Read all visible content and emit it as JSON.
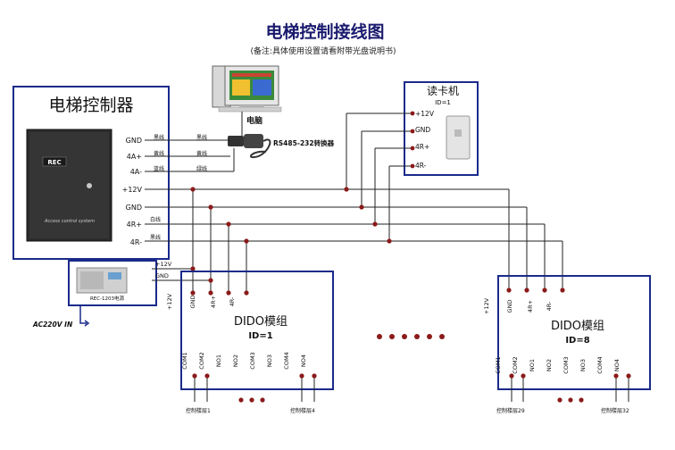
{
  "title": "电梯控制接线图",
  "subtitle": "(备注:具体使用设置请看附带光盘说明书)",
  "controller": {
    "title": "电梯控制器",
    "brand": "REC",
    "caption": "Access control system",
    "pins": [
      "GND",
      "4A+",
      "4A-",
      "+12V",
      "GND",
      "4R+",
      "4R-"
    ],
    "wire_colors": [
      "黑线",
      "黄线",
      "蓝线"
    ],
    "wire_colors_lower": [
      "白线",
      "黑线"
    ]
  },
  "computer": {
    "label": "电脑"
  },
  "converter": {
    "label": "RS485-232转换器",
    "wire_colors": [
      "黑线",
      "黄线",
      "绿线"
    ]
  },
  "reader": {
    "title": "读卡机",
    "id": "ID=1",
    "pins": [
      "+12V",
      "GND",
      "4R+",
      "4R-"
    ]
  },
  "power": {
    "label": "REC-1203电源",
    "pins": [
      "+12V",
      "GND"
    ],
    "input": "AC220V IN"
  },
  "modules": [
    {
      "title": "DIDO模组",
      "id": "ID=1",
      "top_pins": [
        "+12V",
        "GND",
        "4R+",
        "4R-"
      ],
      "bottom_pins": [
        "COM1",
        "COM2",
        "NO1",
        "NO2",
        "COM3",
        "NO3",
        "COM4",
        "NO4"
      ],
      "floor_labels": [
        "控制楼层1",
        "控制楼层4"
      ]
    },
    {
      "title": "DIDO模组",
      "id": "ID=8",
      "top_pins": [
        "+12V",
        "GND",
        "4R+",
        "4R-"
      ],
      "bottom_pins": [
        "COM1",
        "COM2",
        "NO1",
        "NO2",
        "COM3",
        "NO3",
        "COM4",
        "NO4"
      ],
      "floor_labels": [
        "控制楼层29",
        "控制楼层32"
      ]
    }
  ],
  "colors": {
    "box": "#1a2a8a",
    "wire": "#222222",
    "dot": "#8b1a1a",
    "title": "#1a1a6e"
  }
}
